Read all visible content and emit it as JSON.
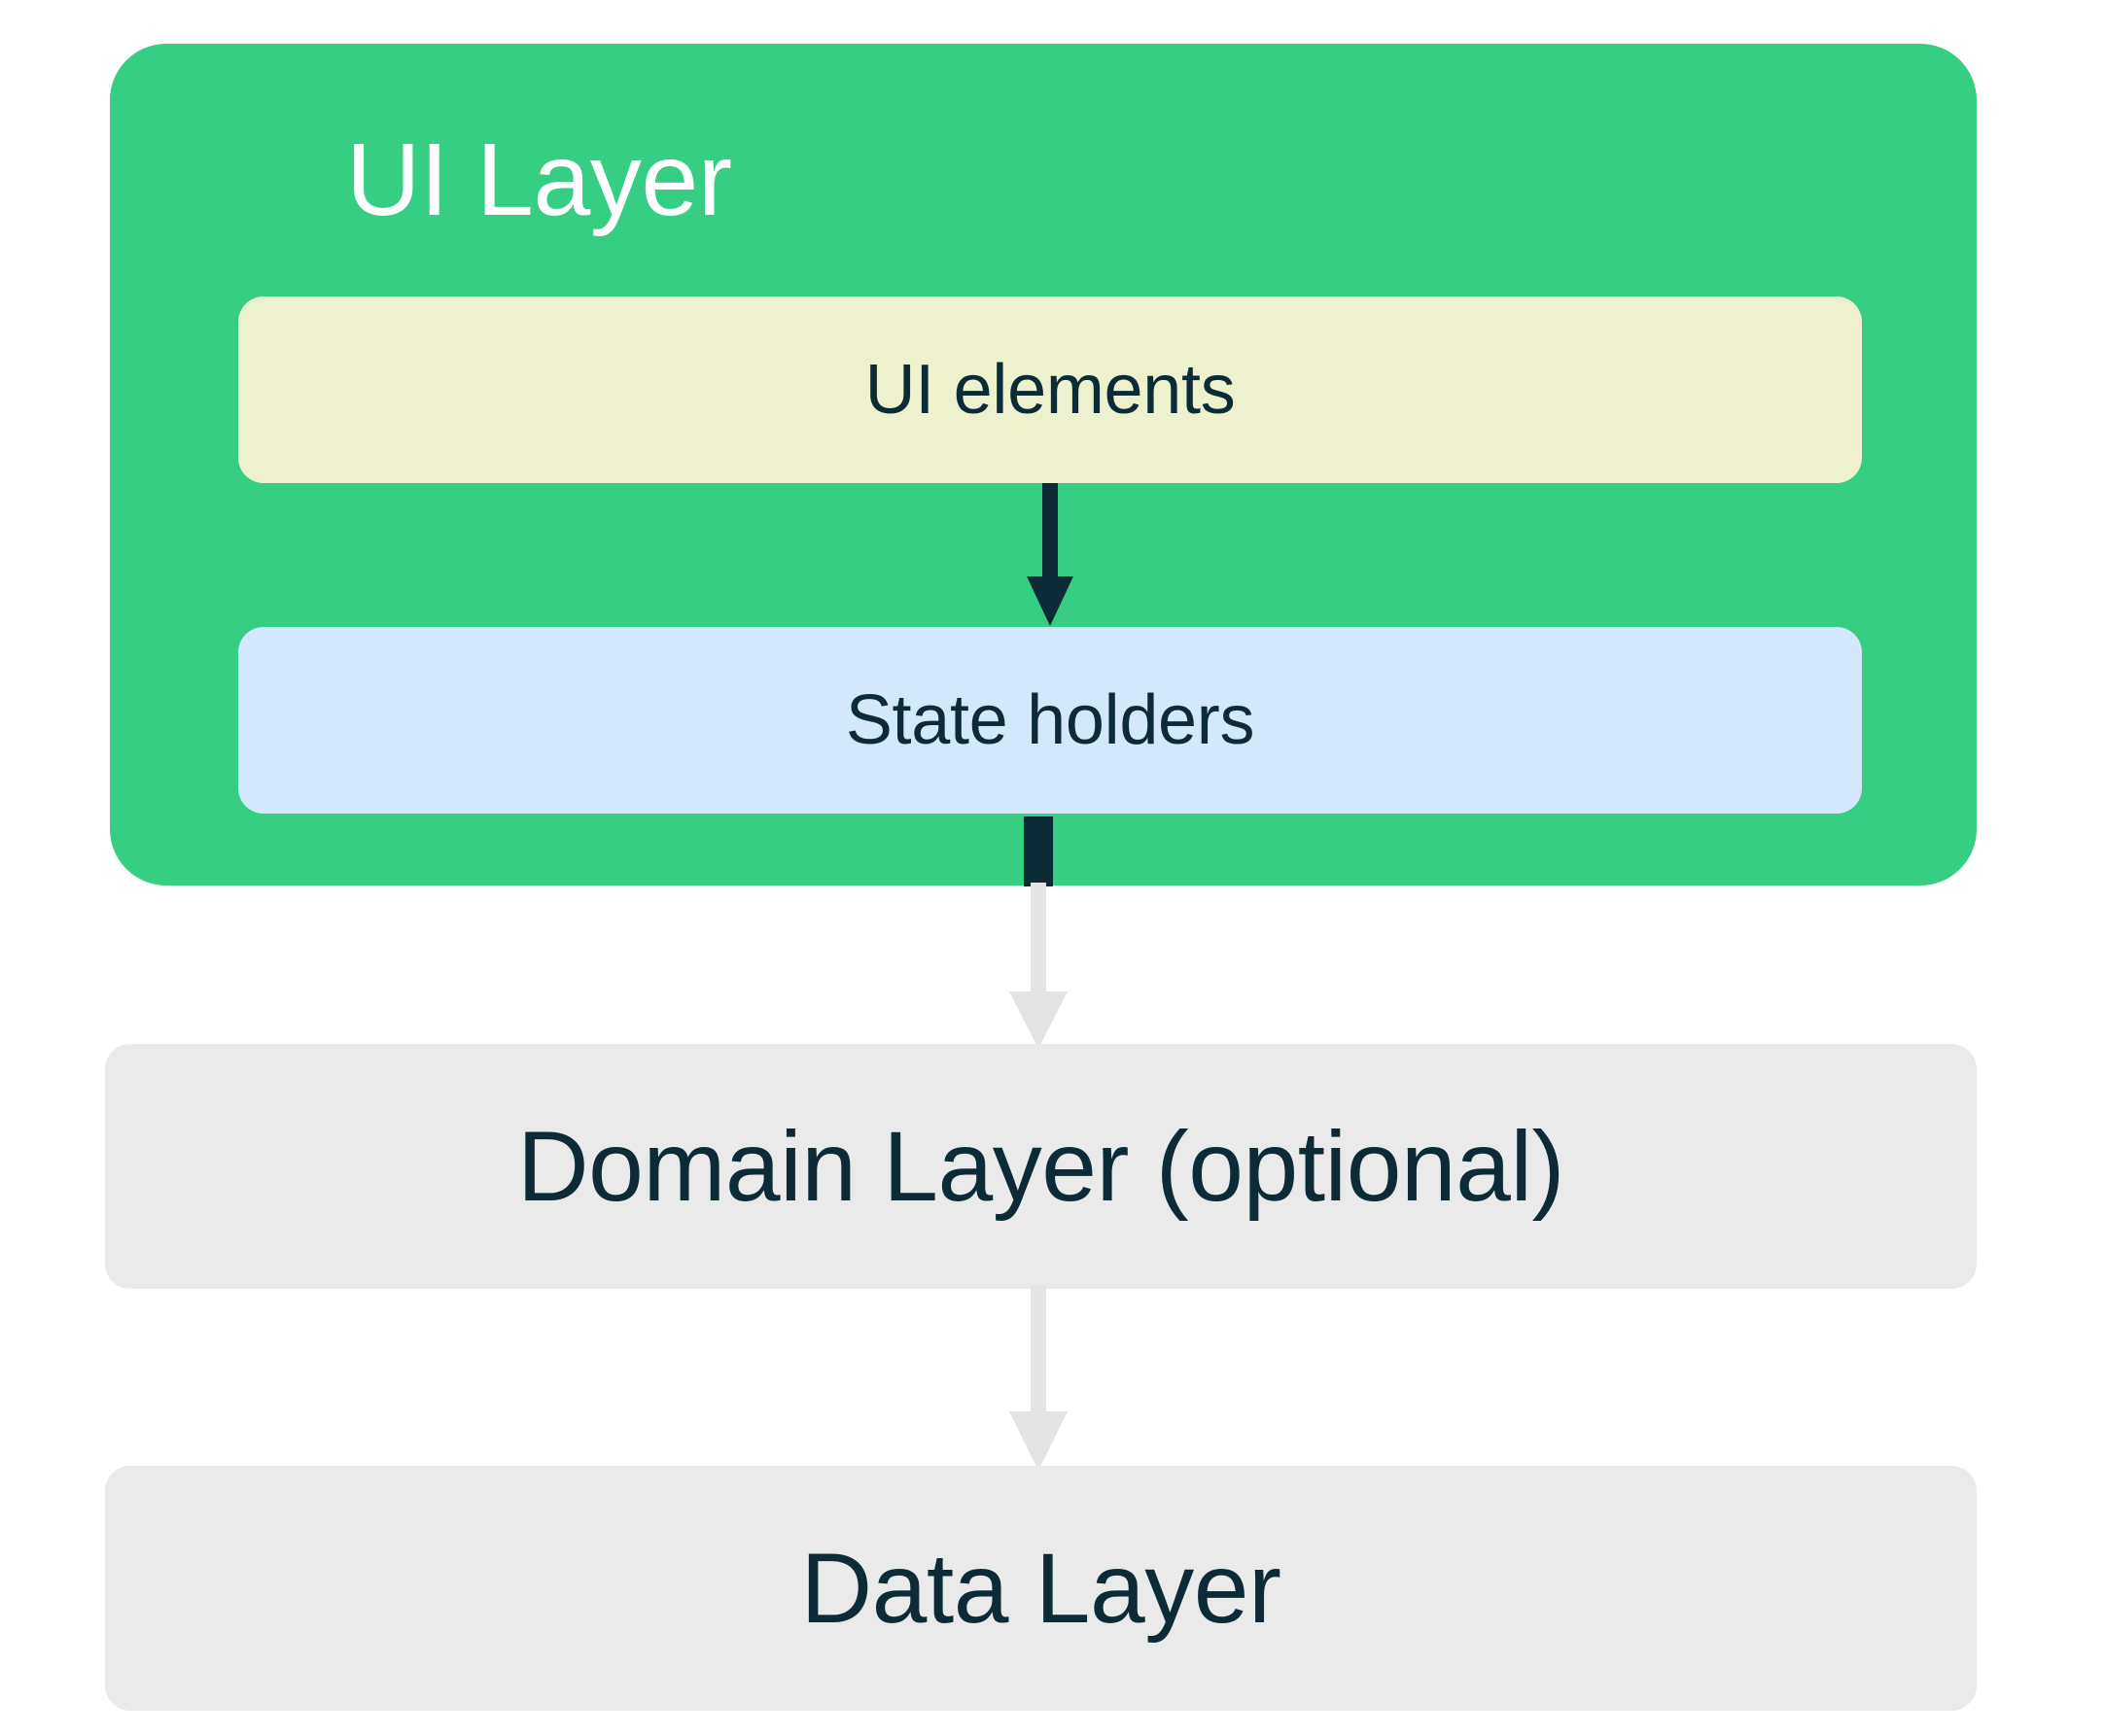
{
  "diagram": {
    "title": "Android app architecture layers",
    "type": "layered-architecture",
    "background_color": "#FFFFFF",
    "text_color": "#0D2B36"
  },
  "ui_layer": {
    "label": "UI Layer",
    "color": "#36CE82",
    "label_color": "#FFFFFF",
    "children": [
      {
        "label": "UI elements",
        "color": "#EEF1CE",
        "name": "ui-elements"
      },
      {
        "label": "State holders",
        "color": "#D3E8FA",
        "name": "state-holders"
      }
    ]
  },
  "outer_layers": [
    {
      "label": "Domain Layer (optional)",
      "color": "#EAEAEA",
      "name": "domain-layer"
    },
    {
      "label": "Data Layer",
      "color": "#EAEAEA",
      "name": "data-layer"
    }
  ],
  "arrows": [
    {
      "name": "ui-elements-to-state-holders",
      "from": "UI elements",
      "to": "State holders",
      "color": "#0D2B36",
      "direction": "down"
    },
    {
      "name": "state-holders-to-domain-layer",
      "from": "State holders",
      "to": "Domain Layer (optional)",
      "color": "#E4E4E4",
      "stem_color": "#0D2B36",
      "direction": "down"
    },
    {
      "name": "domain-layer-to-data-layer",
      "from": "Domain Layer (optional)",
      "to": "Data Layer",
      "color": "#E4E4E4",
      "direction": "down"
    }
  ]
}
